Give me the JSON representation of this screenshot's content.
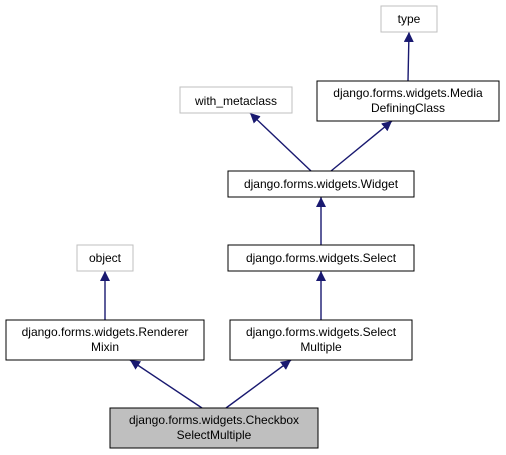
{
  "colors": {
    "edge": "#191970",
    "border_dark": "#000000",
    "border_light": "#bfbfbf",
    "node_fill": "#ffffff",
    "highlight_fill": "#bfbfbf",
    "text": "#000000"
  },
  "nodes": {
    "type": {
      "lines": [
        "type"
      ],
      "external": true
    },
    "media_defining_class": {
      "lines": [
        "django.forms.widgets.Media",
        "DefiningClass"
      ],
      "external": false
    },
    "with_metaclass": {
      "lines": [
        "with_metaclass"
      ],
      "external": true
    },
    "widget": {
      "lines": [
        "django.forms.widgets.Widget"
      ],
      "external": false
    },
    "select": {
      "lines": [
        "django.forms.widgets.Select"
      ],
      "external": false
    },
    "object": {
      "lines": [
        "object"
      ],
      "external": true
    },
    "renderer_mixin": {
      "lines": [
        "django.forms.widgets.Renderer",
        "Mixin"
      ],
      "external": false
    },
    "select_multiple": {
      "lines": [
        "django.forms.widgets.Select",
        "Multiple"
      ],
      "external": false
    },
    "checkbox_select_multiple": {
      "lines": [
        "django.forms.widgets.Checkbox",
        "SelectMultiple"
      ],
      "external": false,
      "highlighted": true
    }
  },
  "edges": [
    {
      "from": "type",
      "to": "media_defining_class"
    },
    {
      "from": "with_metaclass",
      "to": "widget"
    },
    {
      "from": "media_defining_class",
      "to": "widget"
    },
    {
      "from": "widget",
      "to": "select"
    },
    {
      "from": "select",
      "to": "select_multiple"
    },
    {
      "from": "object",
      "to": "renderer_mixin"
    },
    {
      "from": "renderer_mixin",
      "to": "checkbox_select_multiple"
    },
    {
      "from": "select_multiple",
      "to": "checkbox_select_multiple"
    }
  ]
}
